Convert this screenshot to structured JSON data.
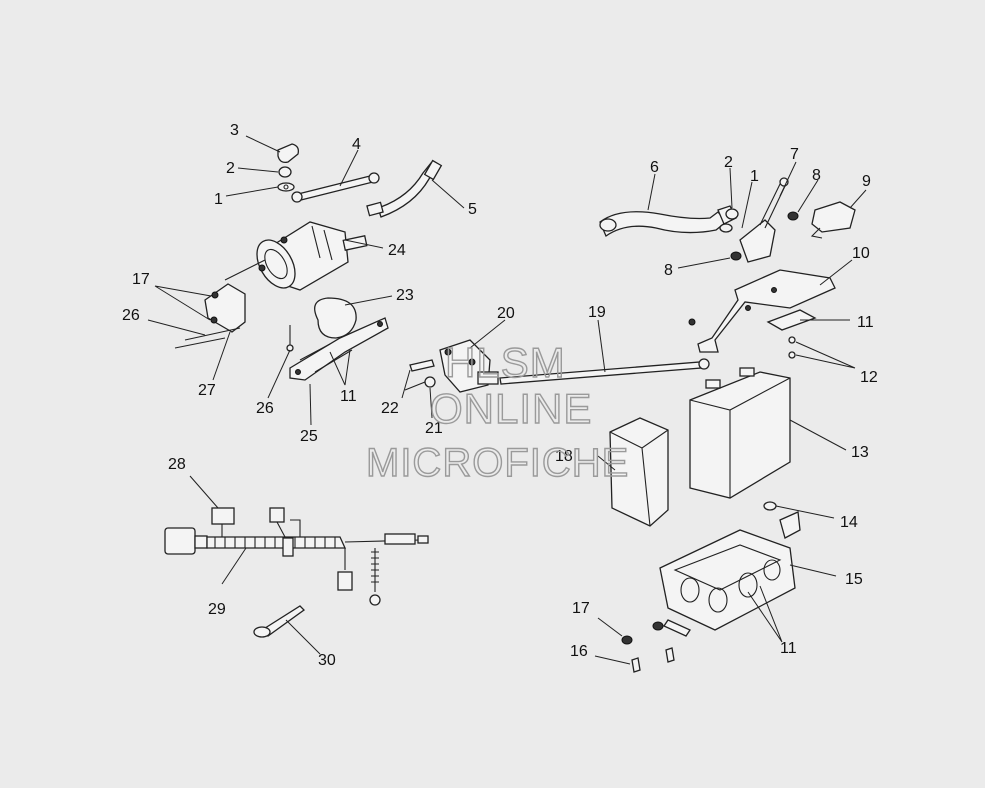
{
  "watermark": {
    "line1": "HLSM",
    "line2": "ONLINE",
    "line3": "MICROFICHE"
  },
  "callouts": [
    {
      "id": "c3",
      "label": "3"
    },
    {
      "id": "c2a",
      "label": "2"
    },
    {
      "id": "c1a",
      "label": "1"
    },
    {
      "id": "c4",
      "label": "4"
    },
    {
      "id": "c5",
      "label": "5"
    },
    {
      "id": "c24",
      "label": "24"
    },
    {
      "id": "c17a",
      "label": "17"
    },
    {
      "id": "c26a",
      "label": "26"
    },
    {
      "id": "c27",
      "label": "27"
    },
    {
      "id": "c23",
      "label": "23"
    },
    {
      "id": "c26b",
      "label": "26"
    },
    {
      "id": "c11a",
      "label": "11"
    },
    {
      "id": "c25",
      "label": "25"
    },
    {
      "id": "c20",
      "label": "20"
    },
    {
      "id": "c22",
      "label": "22"
    },
    {
      "id": "c21",
      "label": "21"
    },
    {
      "id": "c19",
      "label": "19"
    },
    {
      "id": "c6",
      "label": "6"
    },
    {
      "id": "c2b",
      "label": "2"
    },
    {
      "id": "c1b",
      "label": "1"
    },
    {
      "id": "c7",
      "label": "7"
    },
    {
      "id": "c8a",
      "label": "8"
    },
    {
      "id": "c9",
      "label": "9"
    },
    {
      "id": "c8b",
      "label": "8"
    },
    {
      "id": "c10",
      "label": "10"
    },
    {
      "id": "c11b",
      "label": "11"
    },
    {
      "id": "c12",
      "label": "12"
    },
    {
      "id": "c13",
      "label": "13"
    },
    {
      "id": "c18",
      "label": "18"
    },
    {
      "id": "c14",
      "label": "14"
    },
    {
      "id": "c15",
      "label": "15"
    },
    {
      "id": "c17b",
      "label": "17"
    },
    {
      "id": "c16",
      "label": "16"
    },
    {
      "id": "c11c",
      "label": "11"
    },
    {
      "id": "c28",
      "label": "28"
    },
    {
      "id": "c29",
      "label": "29"
    },
    {
      "id": "c30",
      "label": "30"
    }
  ]
}
